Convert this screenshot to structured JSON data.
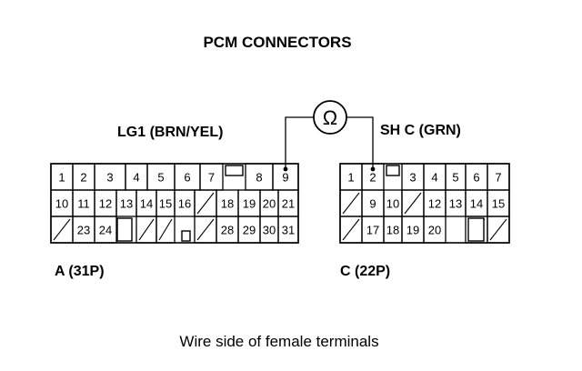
{
  "title": "PCM CONNECTORS",
  "footer": "Wire side of female terminals",
  "meter_symbol": "Ω",
  "probe_labels": {
    "left": "LG1 (BRN/YEL)",
    "right": "SH C (GRN)"
  },
  "connectors": [
    {
      "id": "A",
      "label": "A (31P)",
      "rows": [
        [
          "1",
          "2",
          "3",
          "4",
          "5",
          "6",
          "7",
          "",
          "8",
          "9"
        ],
        [
          "10",
          "11",
          "12",
          "13",
          "14",
          "15",
          "16",
          "/",
          "18",
          "19",
          "20",
          "21"
        ],
        [
          "/",
          "23",
          "24",
          "",
          "/",
          "/",
          "",
          "/",
          "28",
          "29",
          "30",
          "31"
        ]
      ],
      "probe_pin": "9"
    },
    {
      "id": "C",
      "label": "C (22P)",
      "rows": [
        [
          "1",
          "2",
          "",
          "3",
          "4",
          "5",
          "6",
          "7"
        ],
        [
          "/",
          "9",
          "10",
          "/",
          "12",
          "13",
          "14",
          "15"
        ],
        [
          "/",
          "17",
          "18",
          "19",
          "20",
          "",
          "/",
          "/"
        ]
      ],
      "probe_pin": "2"
    }
  ]
}
